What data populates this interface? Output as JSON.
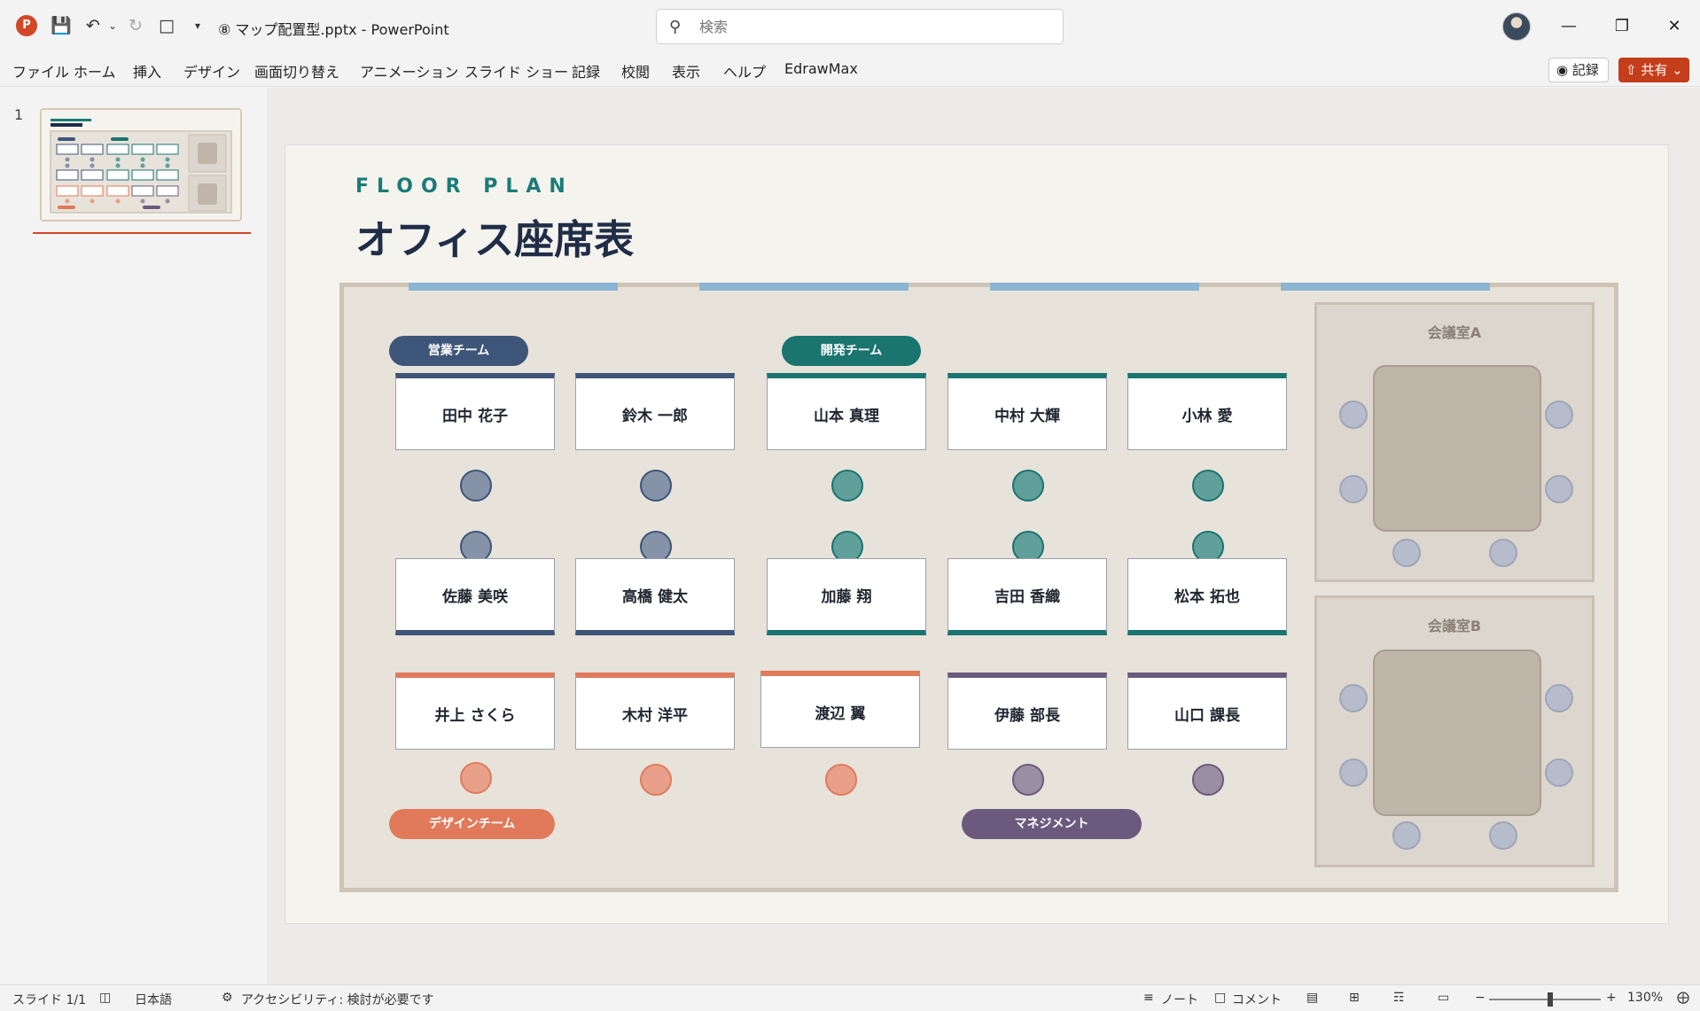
{
  "app": {
    "filename": "マップ配置型.pptx",
    "app_name": "PowerPoint",
    "filename_full": "⑧ マップ配置型.pptx  -  PowerPoint",
    "search_placeholder": "検索"
  },
  "ribbon": {
    "tabs": [
      "ファイル",
      "ホーム",
      "挿入",
      "デザイン",
      "画面切り替え",
      "アニメーション",
      "スライド ショー",
      "記録",
      "校閲",
      "表示",
      "ヘルプ",
      "EdrawMax"
    ],
    "record_label": "◉ 記録",
    "share_label": "⇧ 共有 ⌄"
  },
  "thumbnail_panel": {
    "slide_number": "1"
  },
  "slide": {
    "subtitle": "FLOOR PLAN",
    "title": "オフィス座席表",
    "teams": {
      "sales": "営業チーム",
      "dev": "開発チーム",
      "design": "デザインチーム",
      "management": "マネジメント"
    },
    "desks_row1": [
      "田中 花子",
      "鈴木 一郎",
      "山本 真理",
      "中村 大輝",
      "小林 愛"
    ],
    "desks_row2": [
      "佐藤 美咲",
      "高橋 健太",
      "加藤 翔",
      "吉田 香織",
      "松本 拓也"
    ],
    "desks_row3": [
      "井上 さくら",
      "木村 洋平",
      "渡辺 翼",
      "伊藤 部長",
      "山口 課長"
    ],
    "meeting_rooms": [
      "会議室A",
      "会議室B"
    ],
    "colors": {
      "sales": "#3d5578",
      "dev": "#1a7470",
      "design": "#e07a5b",
      "management": "#6b5a7d",
      "sales_chair": "#8592a8",
      "dev_chair": "#5fa09a",
      "design_chair": "#e8a08a",
      "management_chair": "#9a8ea3"
    }
  },
  "statusbar": {
    "slide_info": "スライド 1/1",
    "language": "日本語",
    "accessibility": "アクセシビリティ: 検討が必要です",
    "notes": "ノート",
    "comments": "コメント",
    "zoom": "130%"
  }
}
